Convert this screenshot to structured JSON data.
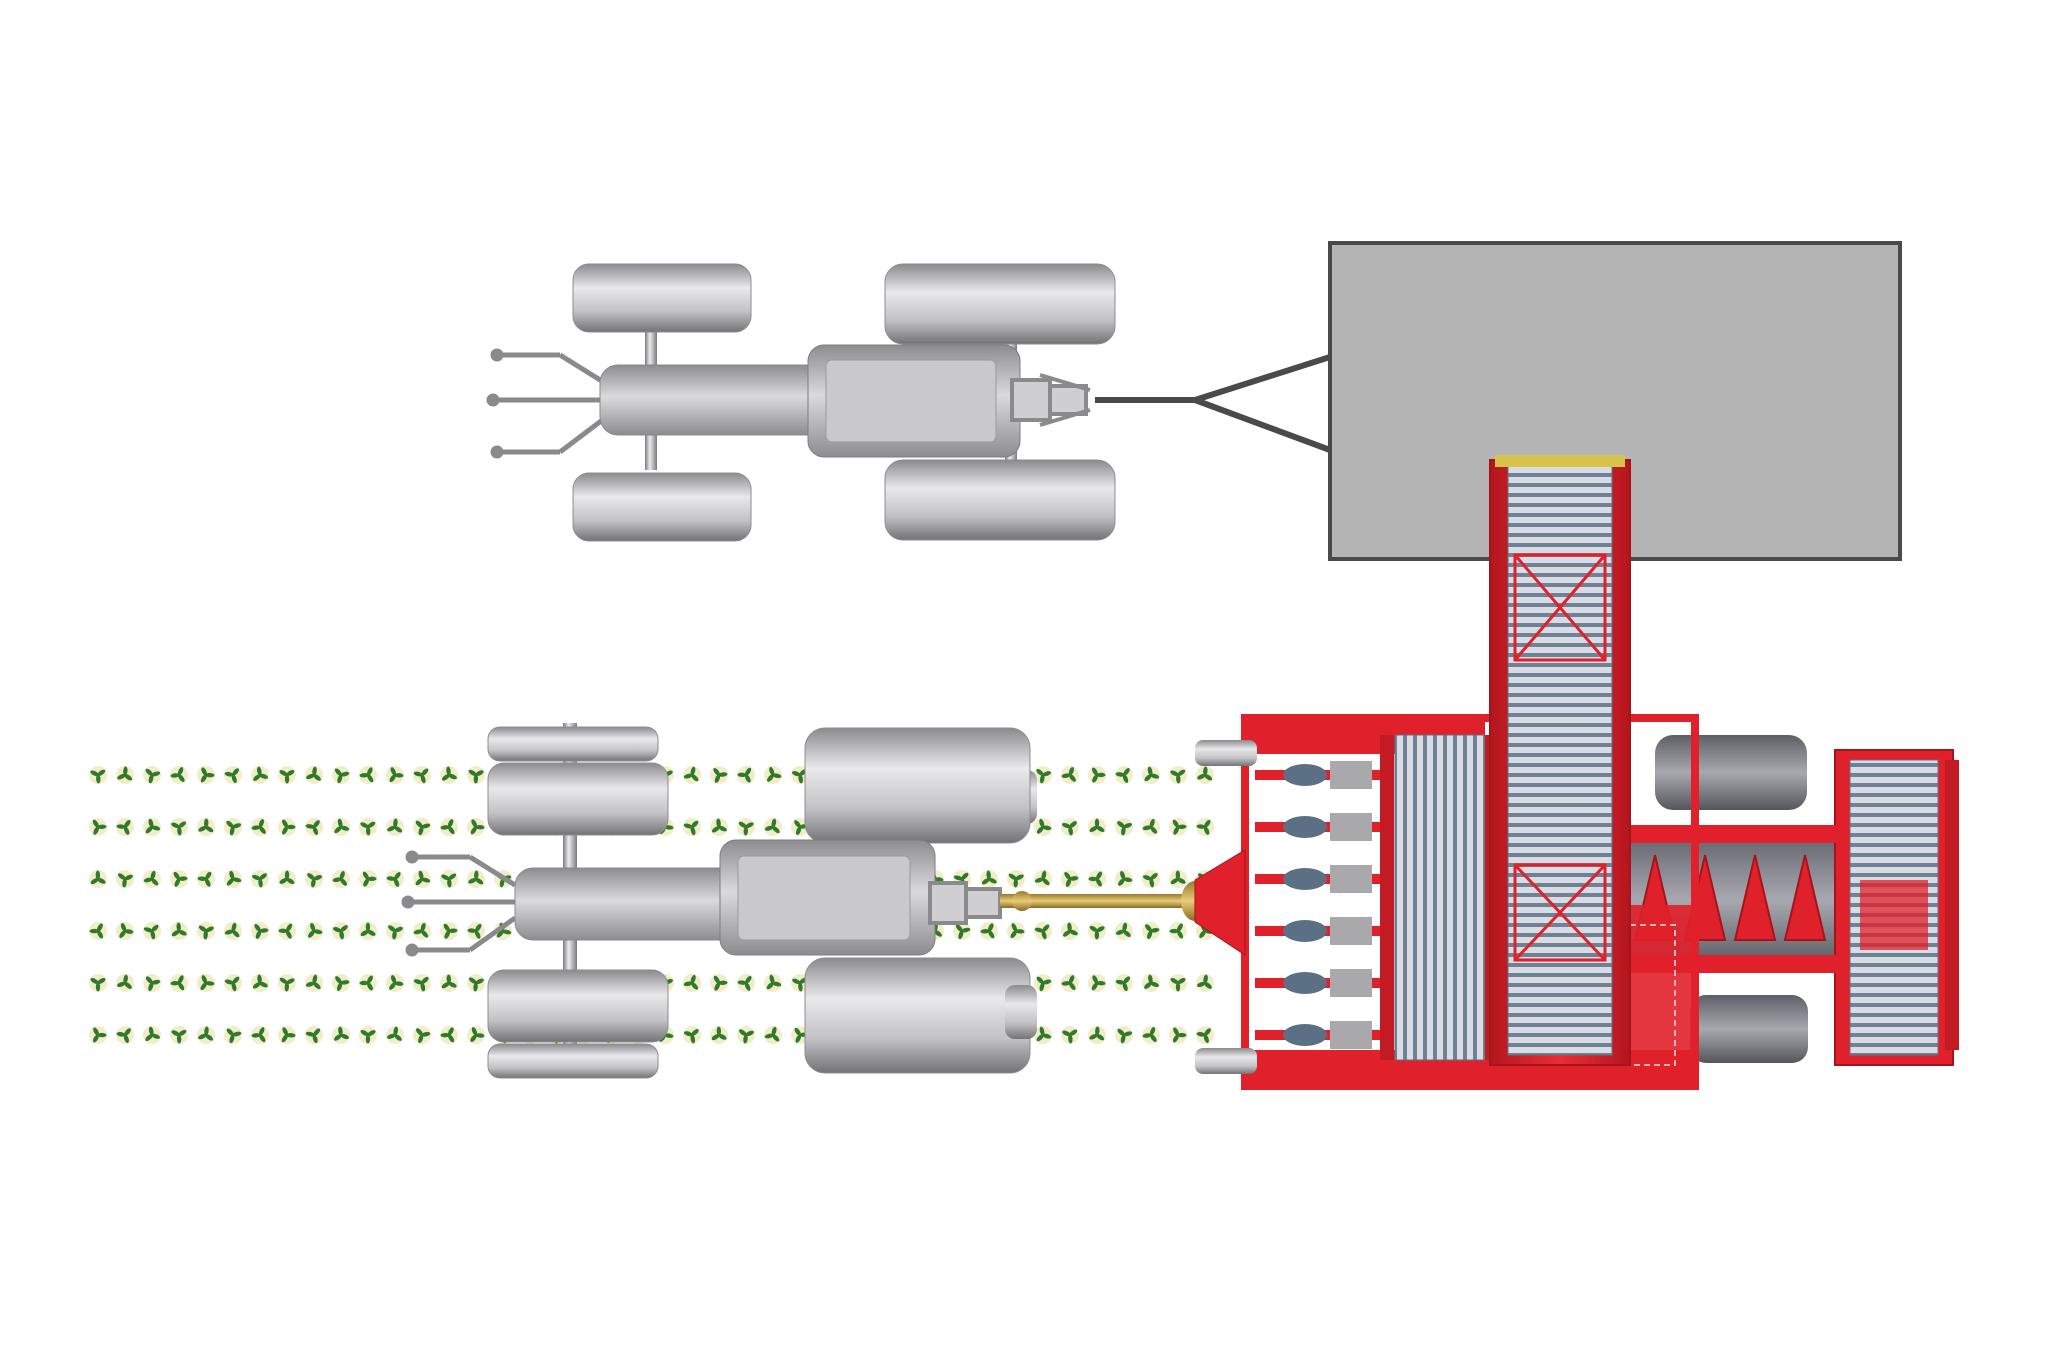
{
  "colors": {
    "background": "#ffffff",
    "machine_red": "#e0202a",
    "machine_red_dark": "#a5141b",
    "tractor_grey": "#b5b5b8",
    "tractor_grey_dark": "#7d7d80",
    "trailer_fill": "#b4b4b4",
    "trailer_stroke": "#4a4a4a",
    "crop_leaf": "#2f7a2c",
    "crop_disc": "#f2ecc8",
    "conveyor_blue": "#5b6f85",
    "drive_shaft": "#c9a44a"
  },
  "scene": {
    "upper_group": [
      "tractor",
      "trailer"
    ],
    "lower_group": [
      "tractor",
      "harvester",
      "crop_rows"
    ],
    "crop_row_count": 6
  }
}
